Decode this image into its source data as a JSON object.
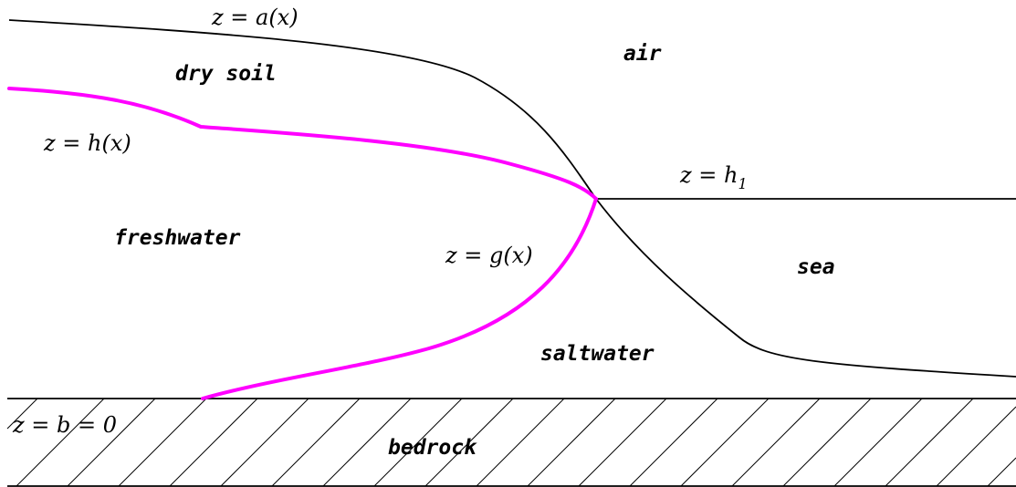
{
  "colors": {
    "interface_curves": "#ff00ff",
    "boundary_curves": "#000000",
    "background": "#ffffff"
  },
  "regions": {
    "air": "air",
    "dry_soil": "dry soil",
    "freshwater": "freshwater",
    "sea": "sea",
    "saltwater": "saltwater",
    "bedrock": "bedrock"
  },
  "curves": {
    "a": "z = a(x)",
    "h": "z = h(x)",
    "h1": "z = h",
    "h1_subscript": "1",
    "g": "z = g(x)",
    "b": "z = b = 0"
  }
}
